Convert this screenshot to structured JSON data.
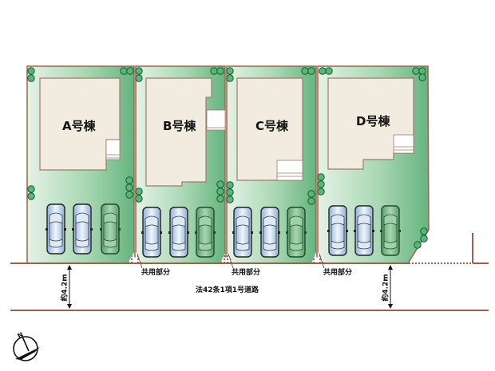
{
  "site_plan": {
    "lots": [
      {
        "id": "A",
        "label": "A号棟",
        "parking_spaces": 3
      },
      {
        "id": "B",
        "label": "B号棟",
        "parking_spaces": 3
      },
      {
        "id": "C",
        "label": "C号棟",
        "parking_spaces": 3
      },
      {
        "id": "D",
        "label": "D号棟",
        "parking_spaces": 3
      }
    ],
    "shared_area_labels": [
      "共用部分",
      "共用部分",
      "共用部分"
    ],
    "road": {
      "label": "法42条1項1号道路",
      "width_left": "約4.2m",
      "width_right": "約4.2m"
    },
    "compass": {
      "north_label": "N"
    },
    "colors": {
      "lot_green_light": "#e3f2e4",
      "lot_green_dark": "#6dbb84",
      "building_fill": "#f1ebe0",
      "building_border": "#a07a6a",
      "boundary_line": "#a0604f",
      "tree_fill": "#55b877",
      "car_blue": "#bcd6ef",
      "car_green": "#7fbd8a"
    }
  }
}
